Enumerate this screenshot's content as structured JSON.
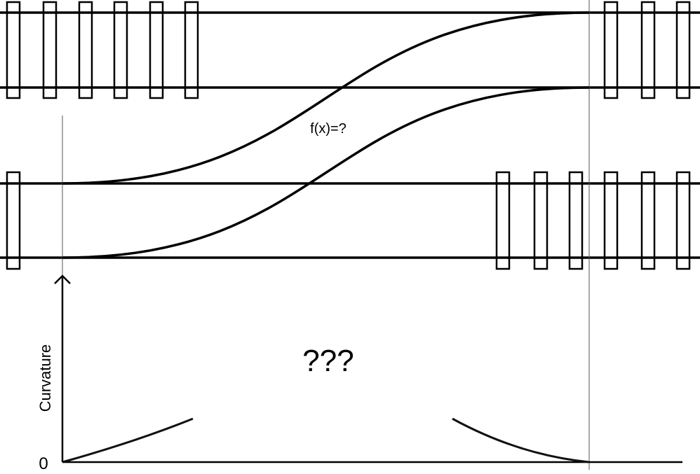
{
  "diagram": {
    "function_label": "f(x)=?",
    "curvature_unknown_label": "???",
    "y_axis_label": "Curvature",
    "y_axis_zero_label": "0"
  }
}
